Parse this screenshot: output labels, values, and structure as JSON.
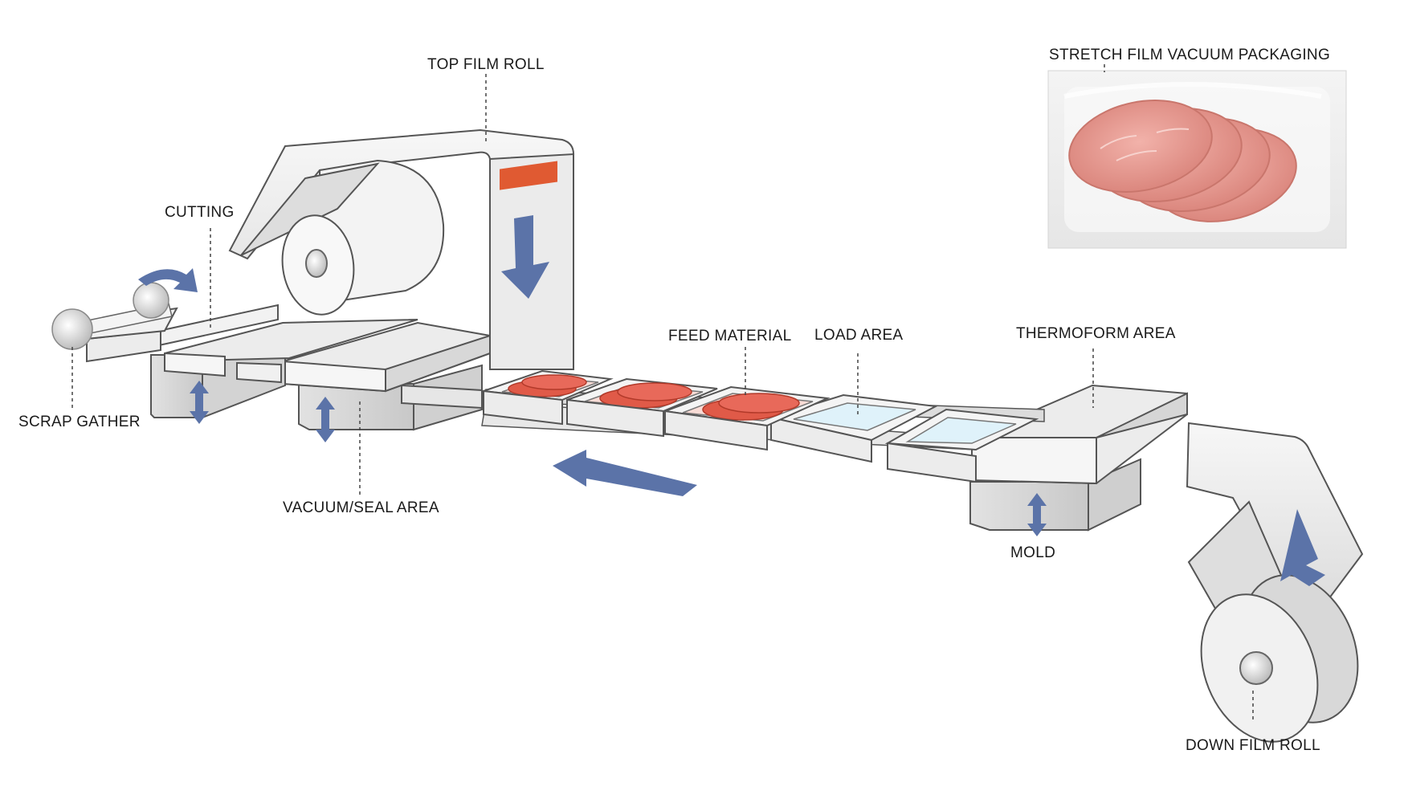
{
  "labels": {
    "top_film_roll": "TOP FILM ROLL",
    "cutting": "CUTTING",
    "scrap_gather": "SCRAP GATHER",
    "vacuum_seal_area": "VACUUM/SEAL AREA",
    "feed_material": "FEED MATERIAL",
    "load_area": "LOAD AREA",
    "thermoform_area": "THERMOFORM AREA",
    "mold": "MOLD",
    "down_film_roll": "DOWN FILM ROLL",
    "stretch_film_vacuum_packaging": "STRETCH FILM VACUUM PACKAGING"
  },
  "colors": {
    "machine_fill": "#eeeeee",
    "machine_stroke": "#555555",
    "arrow": "#5b73a8",
    "indicator": "#e05a32",
    "meat": "#e05a48",
    "tray_film": "#dff2fa",
    "product_meat": "#e8a09a"
  }
}
